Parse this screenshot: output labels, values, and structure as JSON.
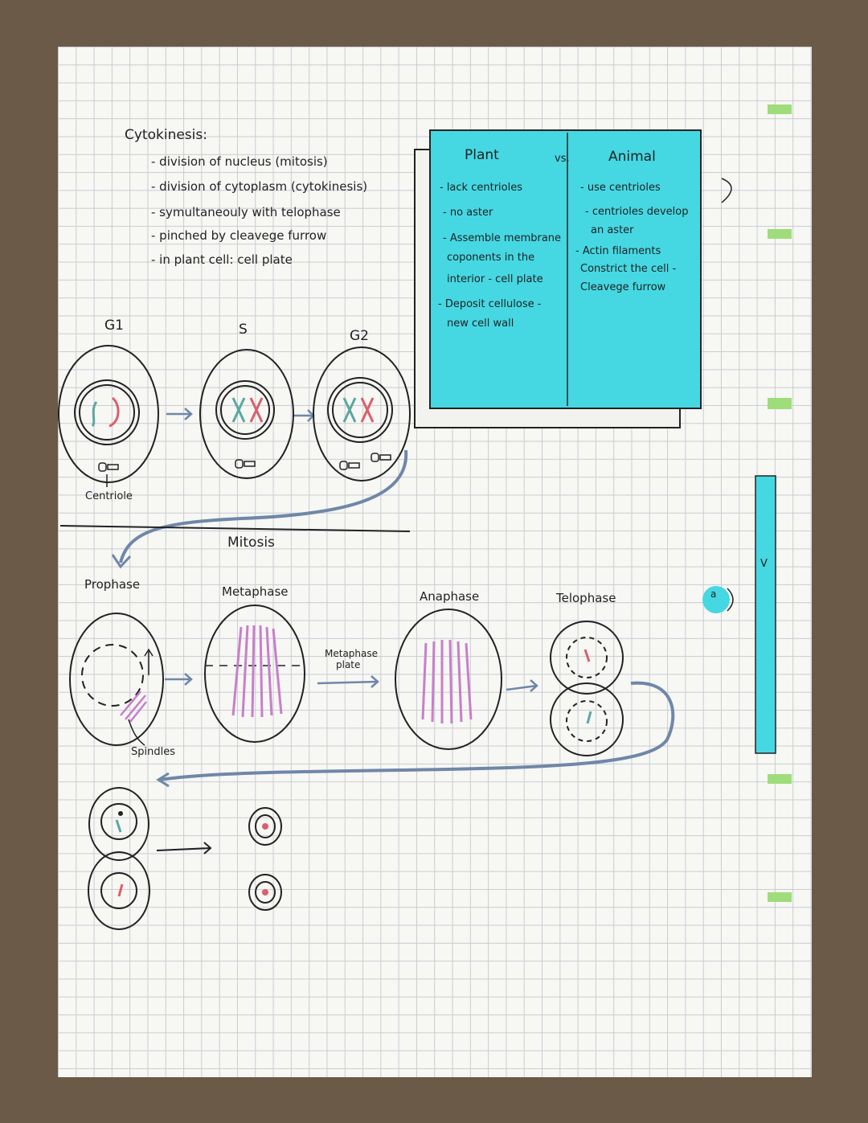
{
  "cytokinesis": {
    "title": "Cytokinesis:",
    "items": [
      "- division of nucleus (mitosis)",
      "- division of cytoplasm (cytokinesis)",
      "- symultaneouly with telophase",
      "- pinched by cleavege furrow",
      "- in plant cell: cell plate"
    ]
  },
  "comparison": {
    "plant_header": "Plant",
    "vs": "vs.",
    "animal_header": "Animal",
    "plant_items": [
      "- lack centrioles",
      "- no aster",
      "- Assemble membrane",
      "coponents in the",
      "interior - cell plate",
      "- Deposit cellulose -",
      "new cell wall"
    ],
    "animal_items": [
      "- use centrioles",
      "- centrioles develop",
      "an aster",
      "- Actin filaments",
      "Constrict the cell -",
      "Cleavege furrow"
    ],
    "fill_color": "#45d8e3"
  },
  "interphase": {
    "g1": "G1",
    "s": "S",
    "g2": "G2",
    "centriole_label": "Centriole"
  },
  "mitosis": {
    "title": "Mitosis",
    "prophase": "Prophase",
    "metaphase": "Metaphase",
    "anaphase": "Anaphase",
    "telophase": "Telophase",
    "metaphase_plate": [
      "Metaphase",
      "plate"
    ],
    "spindles": "Spindles"
  },
  "side_note": {
    "letter_a": "a",
    "letter_v": "V"
  },
  "colors": {
    "arrow_blue": "#6f87a8",
    "spindle_pink": "#c77fc9",
    "chromosome_red": "#d9606a",
    "chromosome_teal": "#5aa8a0",
    "highlight_green": "#9fdc7a"
  }
}
